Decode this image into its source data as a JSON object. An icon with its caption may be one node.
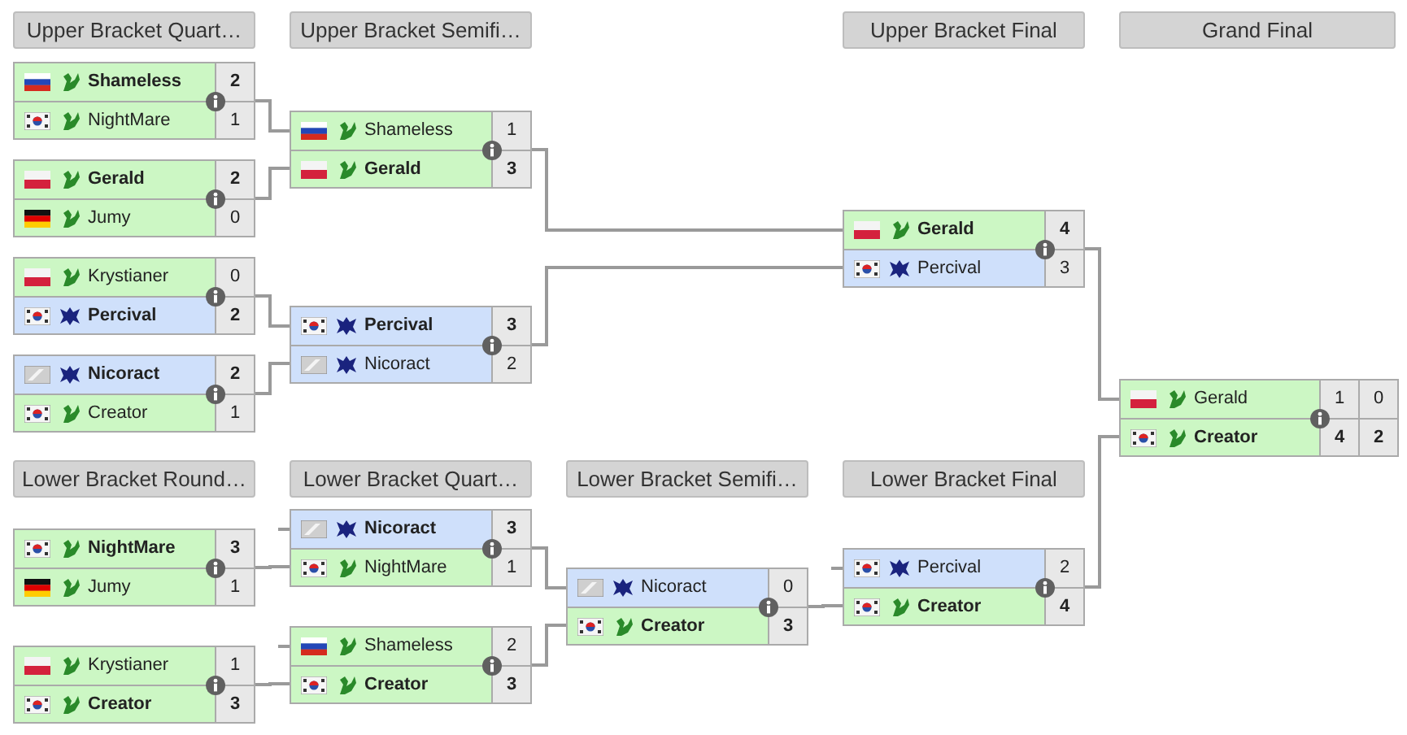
{
  "diagram": {
    "nodes": [
      {
        "text": [
          "Upper Bracket Quart…"
        ]
      },
      {
        "text": [
          "Upper Bracket Semifi…"
        ]
      },
      {
        "text": [
          "Upper Bracket Final"
        ]
      },
      {
        "text": [
          "Grand Final"
        ]
      },
      {
        "text": [],
        "shape": "box"
      },
      {
        "text": [
          "Shameless",
          "2"
        ],
        "in": 4
      },
      {
        "text": [
          "NightMare",
          "1"
        ],
        "in": 4
      },
      {
        "text": [],
        "shape": "box"
      },
      {
        "text": [
          "Gerald",
          "2"
        ],
        "in": 7
      },
      {
        "text": [
          "Jumy",
          "0"
        ],
        "in": 7
      },
      {
        "text": [],
        "shape": "box"
      },
      {
        "text": [
          "Krystianer",
          "0"
        ],
        "in": 10
      },
      {
        "text": [
          "Percival",
          "2"
        ],
        "in": 10
      },
      {
        "text": [],
        "shape": "box"
      },
      {
        "text": [
          "Nicoract",
          "2"
        ],
        "in": 13
      },
      {
        "text": [
          "Creator",
          "1"
        ],
        "in": 13
      },
      {
        "text": [],
        "shape": "box"
      },
      {
        "text": [
          "Shameless",
          "1"
        ],
        "in": 16
      },
      {
        "text": [
          "Gerald",
          "3"
        ],
        "in": 16
      },
      {
        "text": [],
        "shape": "box"
      },
      {
        "text": [
          "Percival",
          "3"
        ],
        "in": 19
      },
      {
        "text": [
          "Nicoract",
          "2"
        ],
        "in": 19
      },
      {
        "text": [],
        "shape": "box"
      },
      {
        "text": [
          "Gerald",
          "4"
        ],
        "in": 22
      },
      {
        "text": [
          "Percival",
          "3"
        ],
        "in": 22
      },
      {
        "text": [],
        "shape": "box"
      },
      {
        "text": [
          "Gerald",
          "1",
          "0"
        ],
        "in": 25
      },
      {
        "text": [
          "Creator",
          "4",
          "2"
        ],
        "in": 25
      },
      {
        "text": [
          "Lower Bracket Round…"
        ]
      },
      {
        "text": [
          "Lower Bracket Quart…"
        ]
      },
      {
        "text": [
          "Lower Bracket Semifi…"
        ]
      },
      {
        "text": [
          "Lower Bracket Final"
        ]
      },
      {
        "text": [],
        "shape": "box"
      },
      {
        "text": [
          "NightMare",
          "3"
        ],
        "in": 32
      },
      {
        "text": [
          "Jumy",
          "1"
        ],
        "in": 32
      },
      {
        "text": [],
        "shape": "box"
      },
      {
        "text": [
          "Krystianer",
          "1"
        ],
        "in": 35
      },
      {
        "text": [
          "Creator",
          "3"
        ],
        "in": 35
      },
      {
        "text": [],
        "shape": "box"
      },
      {
        "text": [
          "Nicoract",
          "3"
        ],
        "in": 38
      },
      {
        "text": [
          "NightMare",
          "1"
        ],
        "in": 38
      },
      {
        "text": [],
        "shape": "box"
      },
      {
        "text": [
          "Shameless",
          "2"
        ],
        "in": 41
      },
      {
        "text": [
          "Creator",
          "3"
        ],
        "in": 41
      },
      {
        "text": [],
        "shape": "box"
      },
      {
        "text": [
          "Nicoract",
          "0"
        ],
        "in": 44
      },
      {
        "text": [
          "Creator",
          "3"
        ],
        "in": 44
      },
      {
        "text": [],
        "shape": "box"
      },
      {
        "text": [
          "Percival",
          "2"
        ],
        "in": 47
      },
      {
        "text": [
          "Creator",
          "4"
        ],
        "in": 47
      }
    ],
    "edges": [
      {
        "from": 4,
        "to": 17,
        "arrow": "none"
      },
      {
        "from": 7,
        "to": 18,
        "arrow": "none"
      },
      {
        "from": 10,
        "to": 20,
        "arrow": "none"
      },
      {
        "from": 13,
        "to": 21,
        "arrow": "none"
      },
      {
        "from": 16,
        "to": 23,
        "arrow": "none"
      },
      {
        "from": 19,
        "to": 24,
        "arrow": "none"
      },
      {
        "from": 22,
        "to": 26,
        "arrow": "none"
      },
      {
        "from": 47,
        "to": 27,
        "arrow": "none"
      },
      {
        "from": null,
        "to": 39,
        "arrow": "none"
      },
      {
        "from": 32,
        "to": 40,
        "arrow": "none"
      },
      {
        "from": null,
        "to": 42,
        "arrow": "none"
      },
      {
        "from": 35,
        "to": 43,
        "arrow": "none"
      },
      {
        "from": 38,
        "to": 45,
        "arrow": "none"
      },
      {
        "from": 41,
        "to": 46,
        "arrow": "none"
      },
      {
        "from": null,
        "to": 48,
        "arrow": "none"
      },
      {
        "from": 44,
        "to": 49,
        "arrow": "none"
      }
    ]
  }
}
